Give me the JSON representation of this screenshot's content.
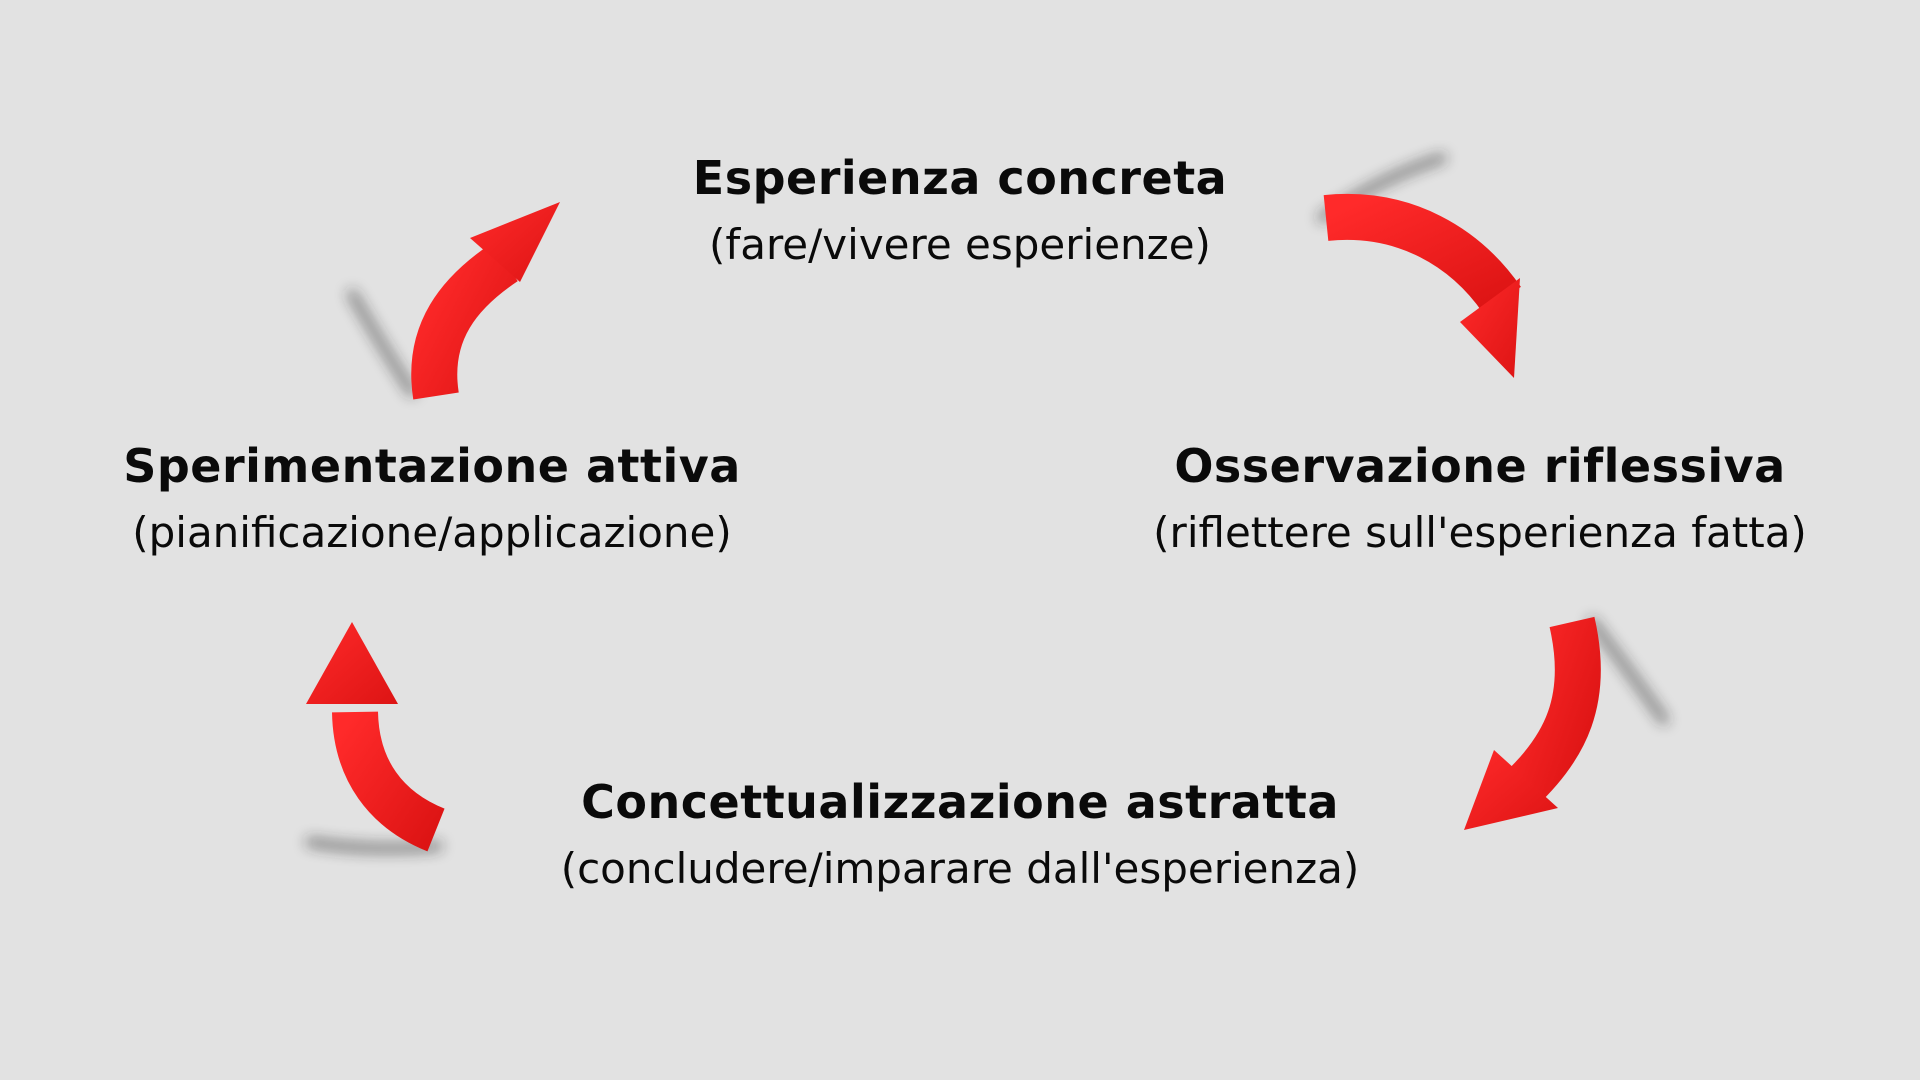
{
  "diagram": {
    "type": "cycle",
    "arrow_color": "#ee1c1c",
    "background": "#e2e2e2",
    "nodes": {
      "top": {
        "title": "Esperienza concreta",
        "subtitle": "(fare/vivere esperienze)"
      },
      "right": {
        "title": "Osservazione riflessiva",
        "subtitle": "(riflettere sull'esperienza fatta)"
      },
      "bottom": {
        "title": "Concettualizzazione astratta",
        "subtitle": "(concludere/imparare dall'esperienza)"
      },
      "left": {
        "title": "Sperimentazione attiva",
        "subtitle": "(pianificazione/applicazione)"
      }
    },
    "edges": [
      {
        "from": "top",
        "to": "right"
      },
      {
        "from": "right",
        "to": "bottom"
      },
      {
        "from": "bottom",
        "to": "left"
      },
      {
        "from": "left",
        "to": "top"
      }
    ]
  }
}
